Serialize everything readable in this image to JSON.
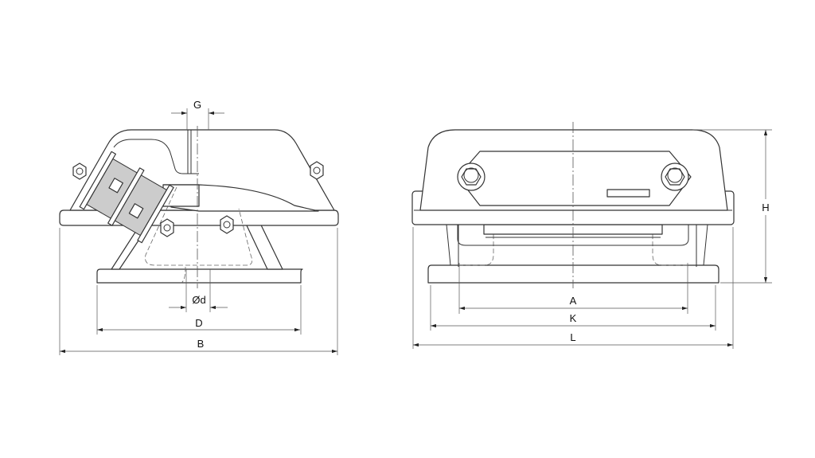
{
  "title": "Engine mount dimension drawing",
  "side_view": {
    "labels": {
      "G": "G",
      "d": "Ød",
      "D": "D",
      "B": "B"
    }
  },
  "front_view": {
    "labels": {
      "A": "A",
      "K": "K",
      "L": "L",
      "H": "H"
    }
  },
  "colors": {
    "line": "#333333",
    "background": "#ffffff",
    "rubber": "#cccccc"
  }
}
